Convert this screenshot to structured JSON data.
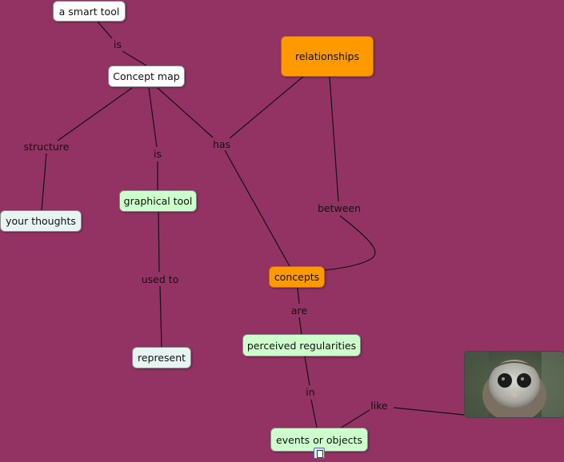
{
  "diagram": {
    "concepts": {
      "smart_tool": "a smart tool",
      "concept_map": "Concept map",
      "relationships": "relationships",
      "your_thoughts": "your thoughts",
      "graphical_tool": "graphical tool",
      "represent": "represent",
      "concepts": "concepts",
      "perceived_regularities": "perceived regularities",
      "events_or_objects": "events or objects"
    },
    "linking_phrases": {
      "is_top": "is",
      "structure": "structure",
      "is_mid": "is",
      "has": "has",
      "between": "between",
      "used_to": "used to",
      "are": "are",
      "in": "in",
      "like": "like"
    },
    "colors": {
      "background": "#933364",
      "orange_node": "#ff9900",
      "green_node": "#ccffcc",
      "white_node": "#ffffff",
      "pale_node": "#e8f4f2"
    },
    "image_subject": "owl",
    "resource_icon": "document-icon"
  }
}
